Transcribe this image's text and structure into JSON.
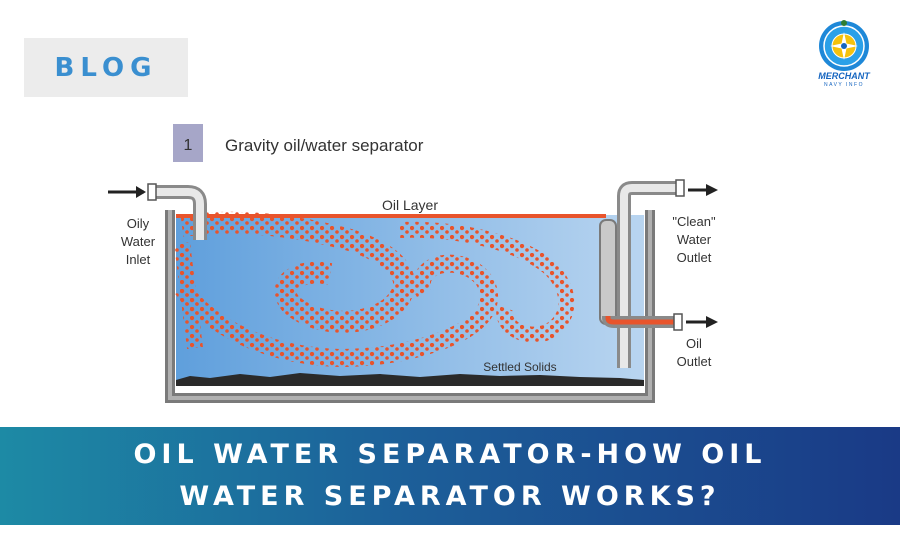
{
  "tag": {
    "label": "BLOG"
  },
  "logo": {
    "name": "MERCHANT",
    "sub": "NAVY INFO"
  },
  "diagram": {
    "figure_number": "1",
    "title": "Gravity oil/water separator",
    "labels": {
      "oil_layer": "Oil Layer",
      "inlet_line1": "Oily",
      "inlet_line2": "Water",
      "inlet_line3": "Inlet",
      "clean_line1": "\"Clean\"",
      "clean_line2": "Water",
      "clean_line3": "Outlet",
      "oil_out_line1": "Oil",
      "oil_out_line2": "Outlet",
      "solids": "Settled Solids"
    },
    "colors": {
      "water": "#7fb0e0",
      "oil": "#e8542c",
      "tank": "#8a8a8a"
    }
  },
  "banner": {
    "title": "OIL WATER SEPARATOR-HOW OIL WATER SEPARATOR WORKS?"
  }
}
